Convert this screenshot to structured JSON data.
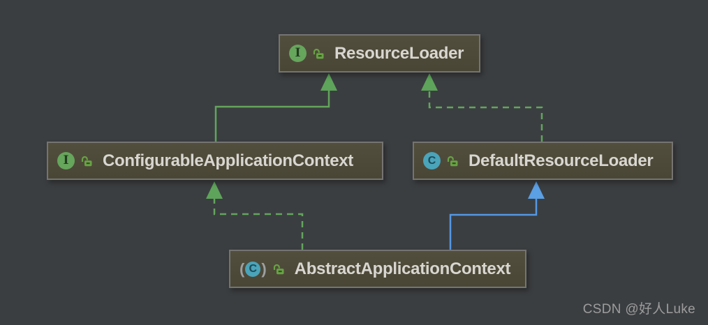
{
  "diagram": {
    "tool": "uml-class-diagram",
    "background_color": "#3b3e41",
    "node_fill_color": "#4d4939",
    "node_border_color": "#757472",
    "label_color": "#d8d6d0",
    "interface_icon_color": "#66a55c",
    "class_icon_color": "#4aa4ba",
    "extends_edge_color": "#5598e3",
    "implements_edge_color": "#63a55c",
    "nodes": [
      {
        "id": "resource-loader",
        "label": "ResourceLoader",
        "kind": "interface",
        "icon_letter": "I",
        "visibility": "public"
      },
      {
        "id": "configurable-application-context",
        "label": "ConfigurableApplicationContext",
        "kind": "interface",
        "icon_letter": "I",
        "visibility": "public"
      },
      {
        "id": "default-resource-loader",
        "label": "DefaultResourceLoader",
        "kind": "class",
        "icon_letter": "C",
        "visibility": "public"
      },
      {
        "id": "abstract-application-context",
        "label": "AbstractApplicationContext",
        "kind": "abstract-class",
        "icon_letter": "C",
        "paren_left": "(",
        "paren_right": ")",
        "visibility": "public"
      }
    ],
    "edges": [
      {
        "from": "ConfigurableApplicationContext",
        "to": "ResourceLoader",
        "relation": "extends",
        "line": "solid",
        "color": "#63a55c"
      },
      {
        "from": "DefaultResourceLoader",
        "to": "ResourceLoader",
        "relation": "implements",
        "line": "dashed",
        "color": "#63a55c"
      },
      {
        "from": "AbstractApplicationContext",
        "to": "ConfigurableApplicationContext",
        "relation": "implements",
        "line": "dashed",
        "color": "#63a55c"
      },
      {
        "from": "AbstractApplicationContext",
        "to": "DefaultResourceLoader",
        "relation": "extends",
        "line": "solid",
        "color": "#5598e3"
      }
    ],
    "watermark": "CSDN @好人Luke"
  }
}
